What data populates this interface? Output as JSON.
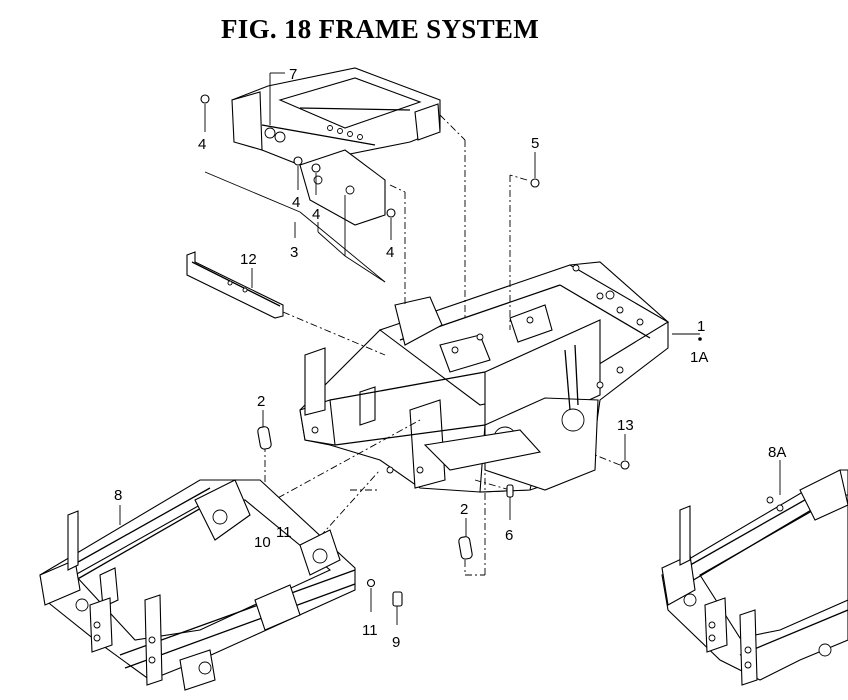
{
  "figure": {
    "title": "FIG. 18  FRAME SYSTEM"
  },
  "callouts": [
    {
      "id": "c7",
      "text": "7"
    },
    {
      "id": "c4a",
      "text": "4"
    },
    {
      "id": "c4b",
      "text": "4"
    },
    {
      "id": "c4c",
      "text": "4"
    },
    {
      "id": "c4d",
      "text": "4"
    },
    {
      "id": "c3",
      "text": "3"
    },
    {
      "id": "c5",
      "text": "5"
    },
    {
      "id": "c12",
      "text": "12"
    },
    {
      "id": "c1",
      "text": "1"
    },
    {
      "id": "c1a",
      "text": "1A"
    },
    {
      "id": "c2a",
      "text": "2"
    },
    {
      "id": "c2b",
      "text": "2"
    },
    {
      "id": "c13",
      "text": "13"
    },
    {
      "id": "c8",
      "text": "8"
    },
    {
      "id": "c8a",
      "text": "8A"
    },
    {
      "id": "c10",
      "text": "10"
    },
    {
      "id": "c11a",
      "text": "11"
    },
    {
      "id": "c11b",
      "text": "11"
    },
    {
      "id": "c6",
      "text": "6"
    },
    {
      "id": "c9",
      "text": "9"
    }
  ]
}
